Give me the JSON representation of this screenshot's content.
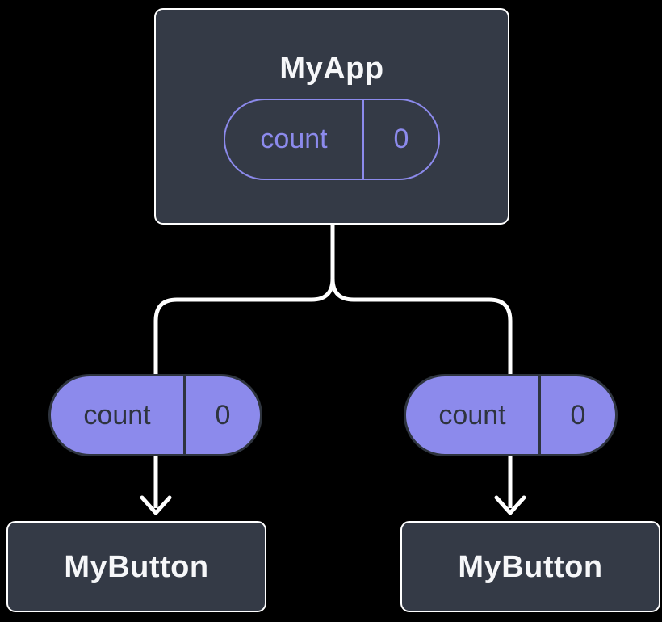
{
  "tree": {
    "root": {
      "title": "MyApp",
      "state": {
        "name": "count",
        "value": "0"
      }
    },
    "props": [
      {
        "name": "count",
        "value": "0"
      },
      {
        "name": "count",
        "value": "0"
      }
    ],
    "children": [
      {
        "title": "MyButton"
      },
      {
        "title": "MyButton"
      }
    ]
  },
  "colors": {
    "background": "#000000",
    "box_fill": "#343a46",
    "box_border": "#ffffff",
    "pill_purple": "#8c8aec",
    "pill_dark": "#2e343e",
    "connector": "#ffffff",
    "title_text": "#f6f7f9"
  }
}
